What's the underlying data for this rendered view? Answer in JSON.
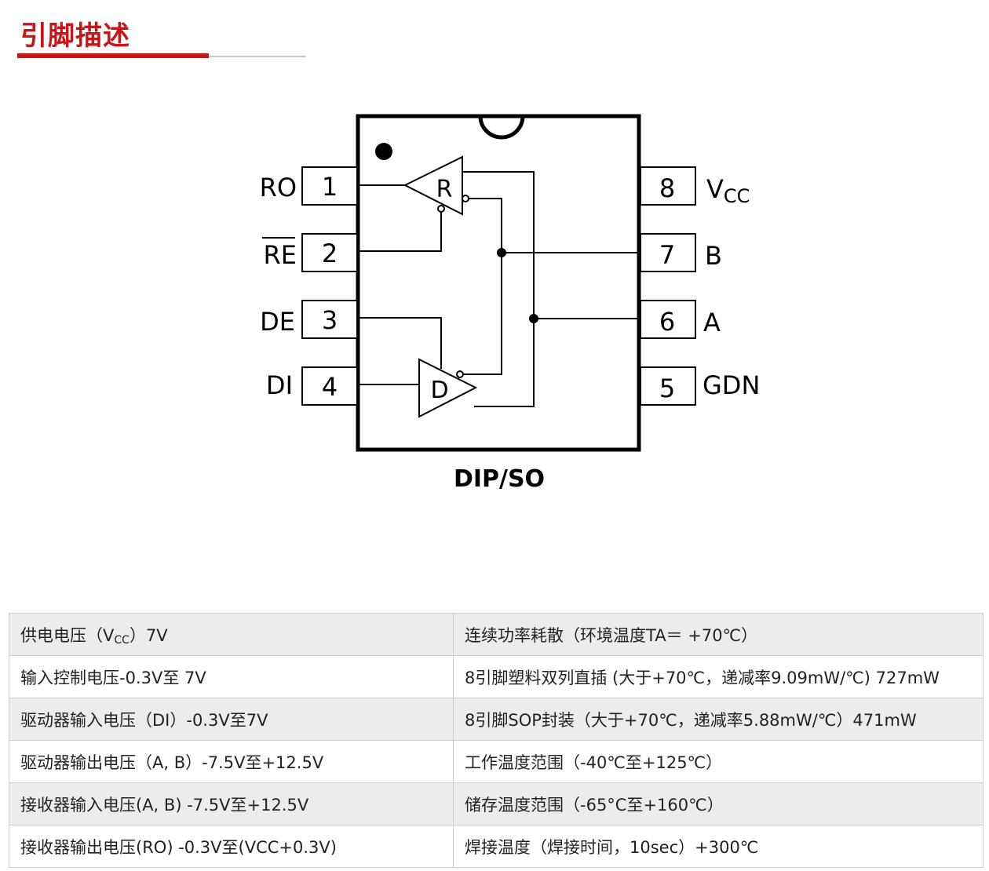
{
  "title": "引脚描述",
  "package_label": "DIP/SO",
  "pins": [
    {
      "num": "1",
      "label": "RO"
    },
    {
      "num": "2",
      "label": "RE"
    },
    {
      "num": "3",
      "label": "DE"
    },
    {
      "num": "4",
      "label": "DI"
    },
    {
      "num": "8",
      "label_main": "V",
      "label_sub": "CC"
    },
    {
      "num": "7",
      "label": "B"
    },
    {
      "num": "6",
      "label": "A"
    },
    {
      "num": "5",
      "label": "GDN"
    }
  ],
  "gates": {
    "receiver": "R",
    "driver": "D"
  },
  "table": {
    "rows": [
      [
        {
          "pre": "供电电压（V",
          "sub": "CC",
          "post": "）7V"
        },
        "连续功率耗散（环境温度TA＝ +70℃）"
      ],
      [
        "输入控制电压-0.3V至 7V",
        "8引脚塑料双列直插 (大于+70℃，递减率9.09mW/℃) 727mW"
      ],
      [
        "驱动器输入电压（DI）-0.3V至7V",
        "8引脚SOP封装（大于+70℃，递减率5.88mW/℃）471mW"
      ],
      [
        "驱动器输出电压（A, B）-7.5V至+12.5V",
        "工作温度范围（-40℃至+125℃）"
      ],
      [
        "接收器输入电压(A, B) -7.5V至+12.5V",
        "储存温度范围（-65°C至+160℃）"
      ],
      [
        "接收器输出电压(RO) -0.3V至(VCC+0.3V)",
        "焊接温度（焊接时间，10sec）+300℃"
      ]
    ]
  }
}
